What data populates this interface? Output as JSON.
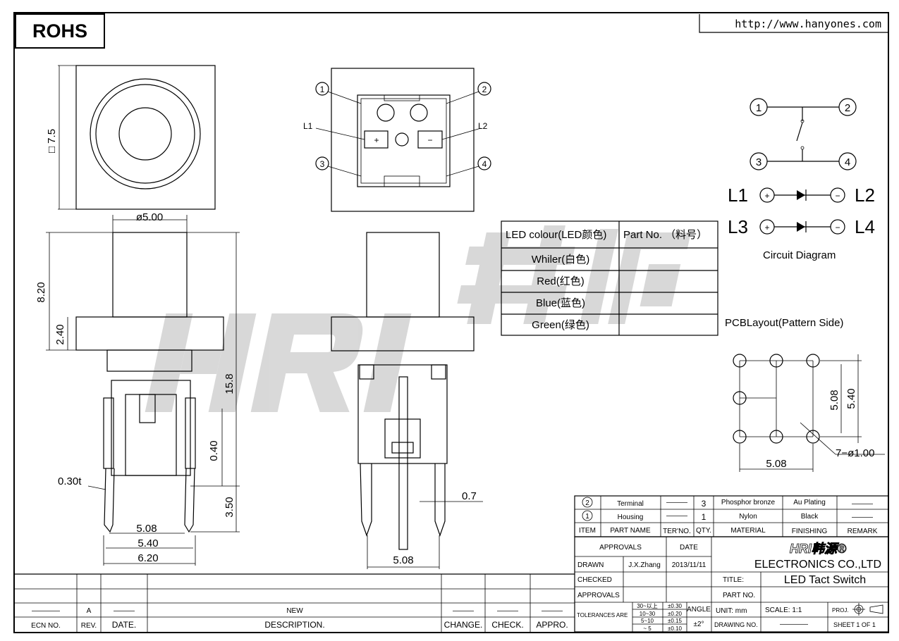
{
  "header": {
    "rohs": "ROHS",
    "url": "http://www.hanyones.com"
  },
  "watermark": {
    "brand": "HRI",
    "brand_cn": "韩源"
  },
  "top_view": {
    "square_dim": "□ 7.5"
  },
  "terminal_view": {
    "callouts": [
      "1",
      "2",
      "3",
      "4"
    ],
    "l1": "L1",
    "l2": "L2",
    "plus": "+",
    "minus": "−"
  },
  "side_view": {
    "dia": "ø5.00",
    "d820": "8.20",
    "d240": "2.40",
    "d158": "15.8",
    "d040": "0.40",
    "d350": "3.50",
    "d030t": "0.30t",
    "d508": "5.08",
    "d540": "5.40",
    "d620": "6.20"
  },
  "front_view": {
    "d07": "0.7",
    "d508": "5.08"
  },
  "led_table": {
    "headers": [
      "LED colour(LED颜色)",
      "Part No. （料号）"
    ],
    "rows": [
      "Whiler(白色)",
      "Red(红色)",
      "Blue(蓝色)",
      "Green(绿色)"
    ]
  },
  "circuit": {
    "title": "Circuit Diagram",
    "pins": [
      "1",
      "2",
      "3",
      "4"
    ],
    "l1": "L1",
    "l2": "L2",
    "l3": "L3",
    "l4": "L4",
    "plus": "+",
    "minus": "−"
  },
  "pcb": {
    "title": "PCBLayout(Pattern Side)",
    "d508v": "5.08",
    "d540": "5.40",
    "d508h": "5.08",
    "holes": "7−ø1.00"
  },
  "bom": {
    "rows": [
      {
        "item": "2",
        "name": "Terminal",
        "ter": "———",
        "qty": "3",
        "material": "Phosphor bronze",
        "finish": "Au Plating",
        "remark": "———"
      },
      {
        "item": "1",
        "name": "Housing",
        "ter": "———",
        "qty": "1",
        "material": "Nylon",
        "finish": "Black",
        "remark": "———"
      }
    ],
    "headers": [
      "ITEM",
      "PART NAME",
      "TER'NO.",
      "QTY.",
      "MATERIAL",
      "FINISHING",
      "REMARK"
    ]
  },
  "title_block": {
    "approvals": "APPROVALS",
    "date": "DATE",
    "drawn": "DRAWN",
    "drawn_by": "J.X.Zhang",
    "drawn_date": "2013/11/11",
    "checked": "CHECKED",
    "approvals2": "APPROVALS",
    "company_logo": "HRI韩源®",
    "company": "ELECTRONICS  CO.,LTD",
    "title_label": "TITLE:",
    "title": "LED  Tact  Switch",
    "part_no_label": "PART  NO.",
    "tolerances": "TOLERANCES  ARE",
    "tol_ranges": [
      "30~以上",
      "10~30",
      "5~10",
      "~ 5"
    ],
    "tol_values": [
      "±0.30",
      "±0.20",
      "±0.15",
      "±0.10"
    ],
    "angle": "ANGLE",
    "angle_tol": "±2°",
    "unit": "UNIT:  mm",
    "scale": "SCALE:    1:1",
    "proj": "PROJ.",
    "drawing_no": "DRAWING  NO.",
    "drawing_no_val": "————",
    "sheet": "SHEET   1  OF  1"
  },
  "revision": {
    "ecn": "————",
    "rev": "A",
    "date": "———",
    "desc": "NEW",
    "change": "———",
    "check": "———",
    "appro": "———",
    "headers": [
      "ECN  NO.",
      "REV.",
      "DATE.",
      "DESCRIPTION.",
      "CHANGE.",
      "CHECK.",
      "APPRO."
    ]
  }
}
